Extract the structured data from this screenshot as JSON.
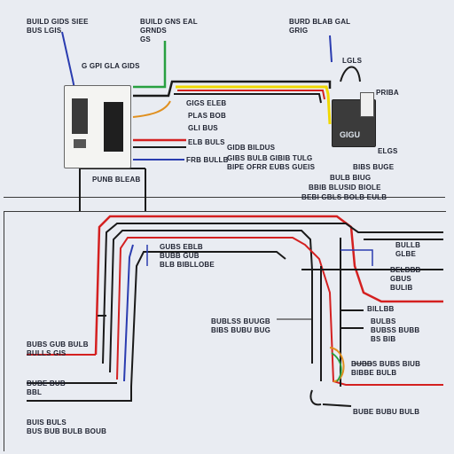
{
  "top_panel": {
    "label_top_left": "BUILD GIDS SIEE\nBUS LGIS",
    "label_top_mid": "BUILD GNS EAL\nGRNDS\nGS",
    "label_top_right": "BURD BLAB GAL\nGRIG",
    "label_breaker_title": "G GPI GLA GIDS",
    "label_bottom_breaker": "PUNB BLEAB",
    "wire_labels": [
      "GIGS ELEB",
      "PLAS BOB",
      "GLI BUS",
      "ELB BULS",
      "FRB BULLB"
    ],
    "center_labels": [
      "GIDB BILDUS",
      "GIBS BULB GIBIB TULG",
      "BIPE OFRR EUBS GUEIS"
    ],
    "right_labels": [
      "LGLS",
      "PRIBA"
    ],
    "outlet_face": "GIGU",
    "outlet_side": "ELGS",
    "right_block": [
      "BIBS BUGE",
      "BULB BIUG",
      "BBIB BLUSID BIOLE",
      "BEBI GBLS BOLB EULB"
    ]
  },
  "bottom_panel": {
    "left_labels": [
      "BUBS GUB BULB\nBULLS GIS",
      "BUBE BUB\nBBL",
      "BUIS BULS\nBUS BUB BULB BOUB"
    ],
    "top_center_labels": "GUBS EBLB\nBUBB GUB\nBLB BIBLLOBE",
    "center_labels": "BUBLSS BUUGB\nBIBS BUBU BUG",
    "right_labels": [
      "BULLB\nGLBE",
      "BELBBB\nGBUS\nBULIB",
      "BILLBB",
      "BULBS\nBUBSS BUBB\nBS BIB"
    ],
    "right_bottom_labels": [
      "BUBBS BUBS BIUB\nBIBBE BULB",
      "BUBE BUBU BULB"
    ]
  },
  "colors": {
    "wire_black": "#1a1a1a",
    "wire_red": "#d42020",
    "wire_blue": "#2a3cb0",
    "wire_yellow": "#f0d800",
    "wire_green": "#28a040",
    "wire_orange": "#e09020",
    "background": "#e9ecf2"
  }
}
